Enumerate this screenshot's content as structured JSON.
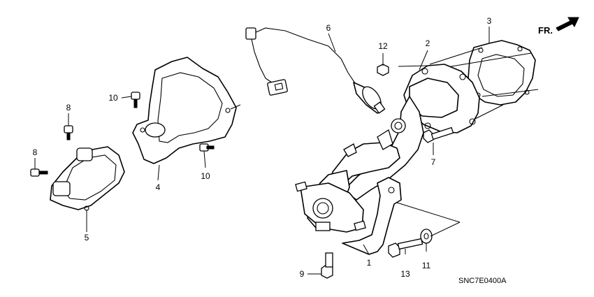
{
  "callouts": {
    "c1": "1",
    "c2": "2",
    "c3": "3",
    "c4": "4",
    "c5": "5",
    "c6": "6",
    "c7": "7",
    "c8a": "8",
    "c8b": "8",
    "c9": "9",
    "c10a": "10",
    "c10b": "10",
    "c11": "11",
    "c12": "12",
    "c13": "13"
  },
  "direction_label": "FR.",
  "diagram_code": "SNC7E0400A"
}
